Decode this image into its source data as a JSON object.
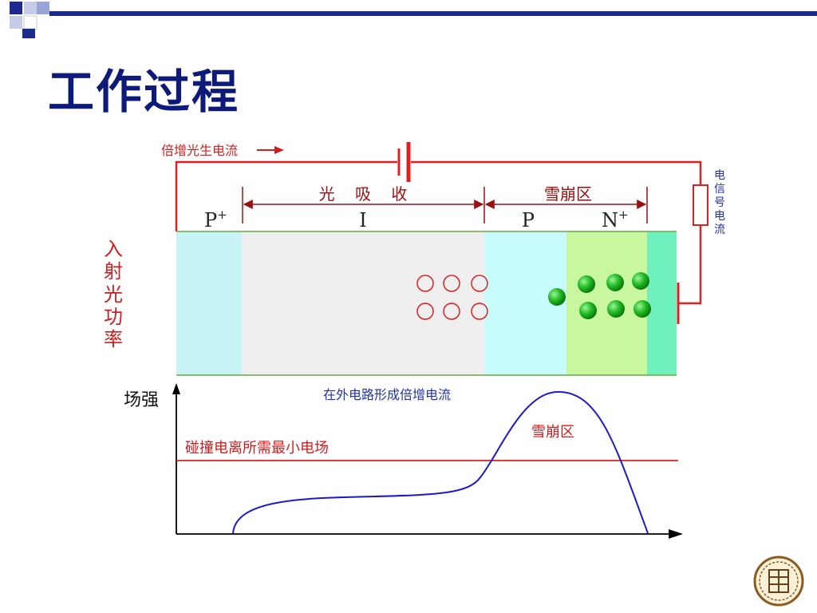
{
  "title": "工作过程",
  "labels": {
    "photocurrent": "倍增光生电流",
    "absorption": "光    吸    收",
    "avalanche_top": "雪崩区",
    "p_plus": "P",
    "p_plus_sup": "+",
    "intrinsic": "I",
    "p": "P",
    "n_plus": "N",
    "n_plus_sup": "+",
    "incident_power": "入射光功率",
    "signal_current": "电信号电流",
    "field_strength": "场强",
    "external_current": "在外电路形成倍增电流",
    "avalanche_curve": "雪崩区",
    "threshold": "碰撞电离所需最小电场"
  },
  "colors": {
    "circuit": "#e02020",
    "dimension": "#9a1010",
    "p_plus_region": "#c8f4f8",
    "i_region": "#efefef",
    "p_region": "#c8fcfc",
    "n_region": "#c9f7a0",
    "contact_region": "#6ff0bc",
    "field_curve": "#1a1acc",
    "threshold_line": "#e02020",
    "electron": "#20b020",
    "hole": "#e02020",
    "title": "#0d1a7a"
  }
}
